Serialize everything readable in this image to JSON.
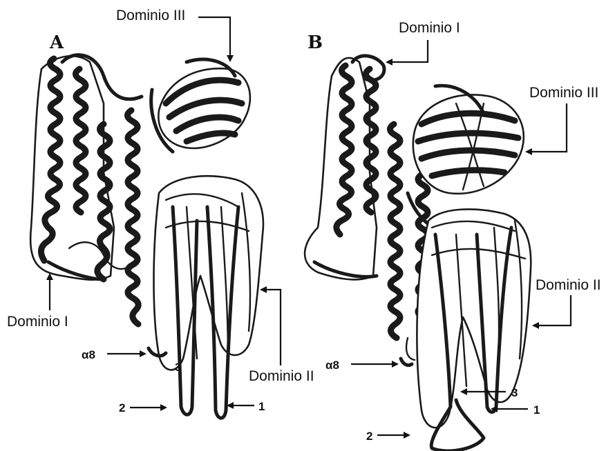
{
  "panel_a": {
    "panel_letter": "A",
    "label_domain_iii": "Dominio III",
    "label_domain_i": "Dominio I",
    "label_domain_ii": "Dominio II",
    "label_alpha8": "α8",
    "label_strand_3": "3",
    "label_strand_2": "2",
    "label_strand_1": "1"
  },
  "panel_b": {
    "panel_letter": "B",
    "label_domain_i": "Dominio I",
    "label_domain_iii": "Dominio III",
    "label_domain_ii": "Dominio II",
    "label_alpha8": "α8",
    "label_strand_3": "3",
    "label_strand_2": "2",
    "label_strand_1": "1"
  },
  "colors": {
    "ink": "#111111",
    "background": "#ffffff"
  }
}
